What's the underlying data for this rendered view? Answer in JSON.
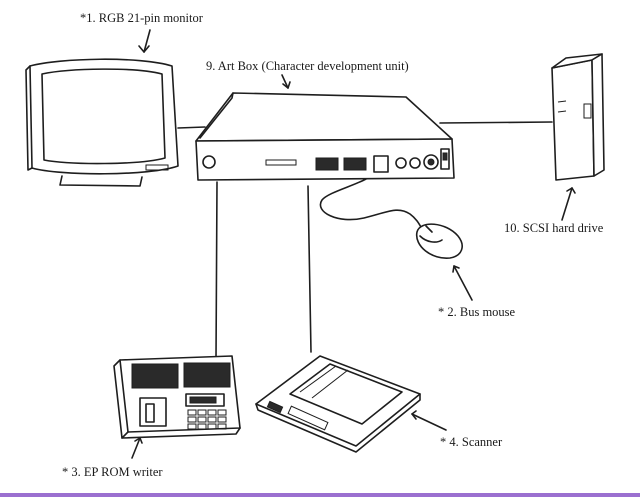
{
  "labels": {
    "monitor": "*1. RGB 21-pin monitor",
    "art_box": "9. Art Box (Character development unit)",
    "hard_drive": "10. SCSI hard drive",
    "mouse": "* 2. Bus mouse",
    "rom_writer": "* 3. EP ROM writer",
    "scanner": "* 4. Scanner"
  },
  "colors": {
    "ink": "#1e1e1e",
    "bottom_bar": "#9b6fd0"
  }
}
